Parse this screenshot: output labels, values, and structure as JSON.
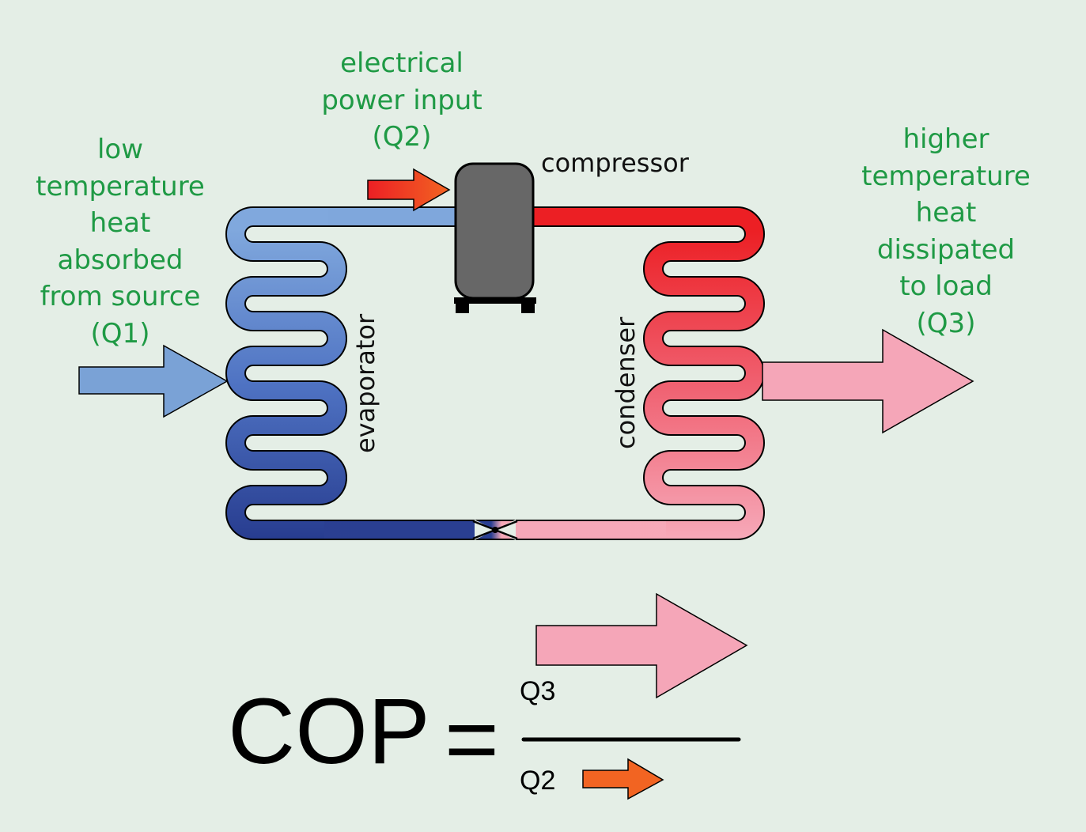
{
  "labels": {
    "source_heat": "low\ntemperature\nheat\nabsorbed\nfrom source\n(Q1)",
    "power_input": "electrical\npower input\n(Q2)",
    "load_heat": "higher\ntemperature\nheat\ndissipated\nto load\n(Q3)",
    "compressor": "compressor",
    "evaporator": "evaporator",
    "condenser": "condenser"
  },
  "formula": {
    "lhs": "COP",
    "equals": "=",
    "numerator": "Q3",
    "denominator": "Q2"
  },
  "colors": {
    "background": "#e4eee6",
    "label_green": "#1f9a45",
    "cold_light": "#7ea6dc",
    "cold_dark": "#2a3f92",
    "hot": "#ee2424",
    "hot_light": "#f5a6b8",
    "compressor_body": "#676767",
    "heat_arrow": "#f5a6b8",
    "source_arrow": "#7aa2d6"
  }
}
